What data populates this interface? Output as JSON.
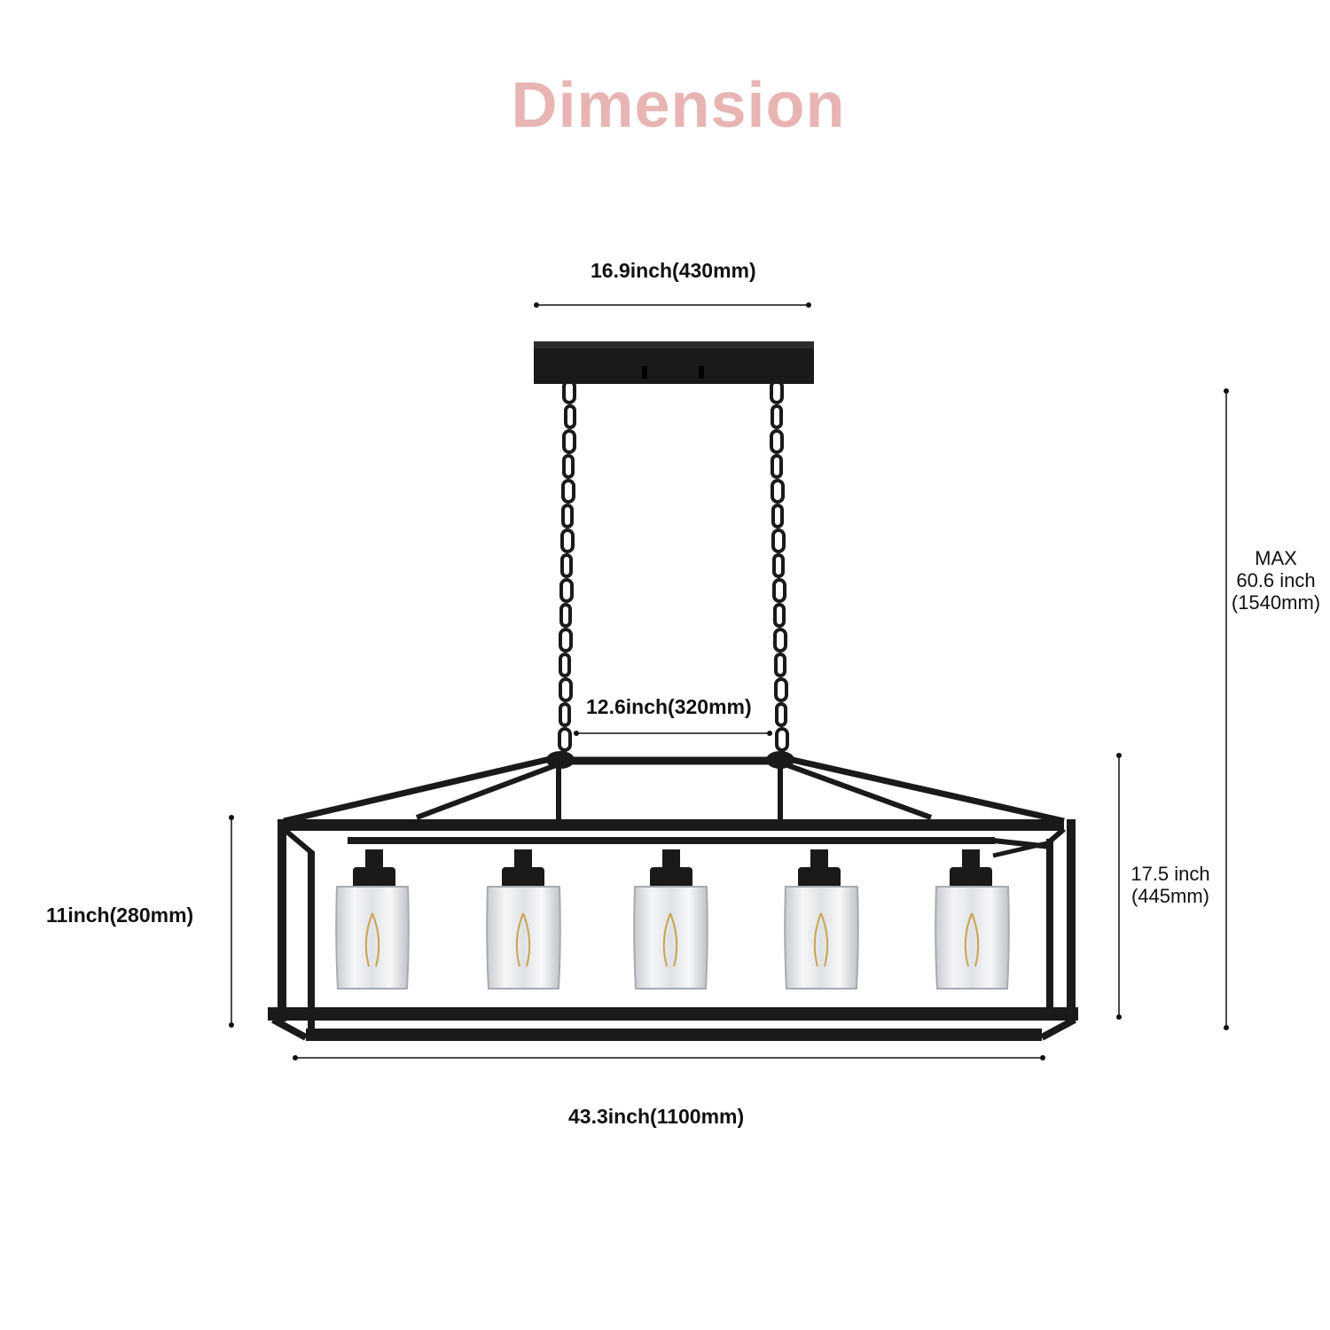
{
  "title": "Dimension",
  "colors": {
    "title": "#e8b4b4",
    "metal": "#1a1a1a",
    "glass": "#d9dde0",
    "bulb_filament": "#c9a34f",
    "dimension_line": "#111111"
  },
  "dimensions": {
    "canopy_width": "16.9inch(430mm)",
    "chain_spacing": "12.6inch(320mm)",
    "body_height": "11inch(280mm)",
    "overall_length": "43.3inch(1100mm)",
    "fixture_height_line1": "17.5 inch",
    "fixture_height_line2": "(445mm)",
    "max_height_line1": "MAX",
    "max_height_line2": "60.6 inch",
    "max_height_line3": "(1540mm)"
  },
  "shades": [
    {
      "name": "shade-1"
    },
    {
      "name": "shade-2"
    },
    {
      "name": "shade-3"
    },
    {
      "name": "shade-4"
    },
    {
      "name": "shade-5"
    }
  ]
}
